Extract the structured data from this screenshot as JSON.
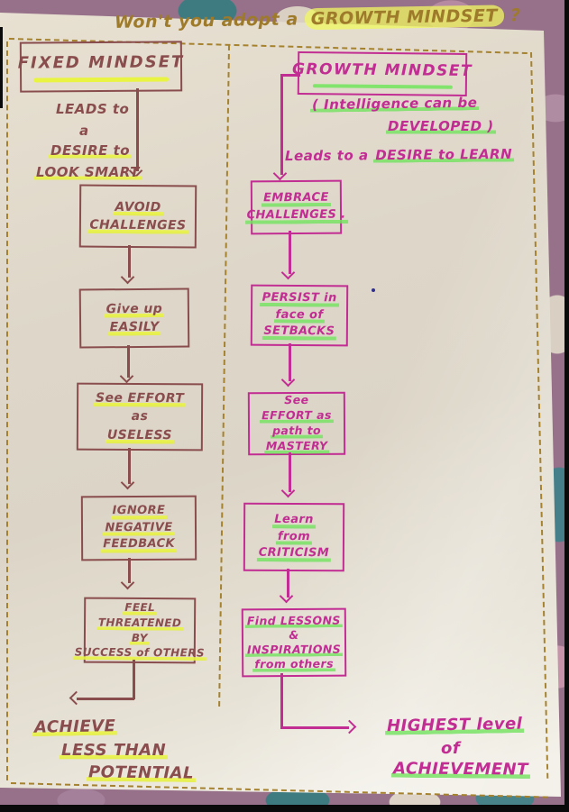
{
  "title": {
    "prefix": "Won't you adopt a ",
    "highlight": "GROWTH MINDSET",
    "suffix": " ?"
  },
  "left": {
    "header": "FIXED MINDSET",
    "lead": [
      "LEADS to",
      "a",
      "DESIRE to",
      "LOOK SMART"
    ],
    "boxes": [
      [
        "AVOID",
        "CHALLENGES"
      ],
      [
        "Give up",
        "EASILY"
      ],
      [
        "See EFFORT",
        "as",
        "USELESS"
      ],
      [
        "IGNORE",
        "NEGATIVE",
        "FEEDBACK"
      ],
      [
        "FEEL",
        "THREATENED",
        "BY",
        "SUCCESS of OTHERS"
      ]
    ],
    "outcome": [
      "ACHIEVE",
      "LESS THAN",
      "POTENTIAL"
    ]
  },
  "right": {
    "header": "GROWTH MINDSET",
    "subtitle": [
      "( Intelligence can be",
      "DEVELOPED )"
    ],
    "lead_prefix": "Leads to a ",
    "lead_emphasis": "DESIRE to LEARN",
    "boxes": [
      [
        "EMBRACE",
        "CHALLENGES ."
      ],
      [
        "PERSIST in",
        "face of",
        "SETBACKS"
      ],
      [
        "See",
        "EFFORT as",
        "path to",
        "MASTERY"
      ],
      [
        "Learn",
        "from",
        "CRITICISM"
      ],
      [
        "Find LESSONS",
        "&",
        "INSPIRATIONS",
        "from others"
      ]
    ],
    "outcome": [
      "HIGHEST level",
      "of",
      "ACHIEVEMENT"
    ]
  },
  "colors": {
    "fixed_ink": "#8a4d4e",
    "growth_ink": "#c12d92",
    "title_ink": "#9e7a2b",
    "yellow_highlight": "#ebf546",
    "green_highlight": "#78e664",
    "paper": "#e3dccd"
  }
}
